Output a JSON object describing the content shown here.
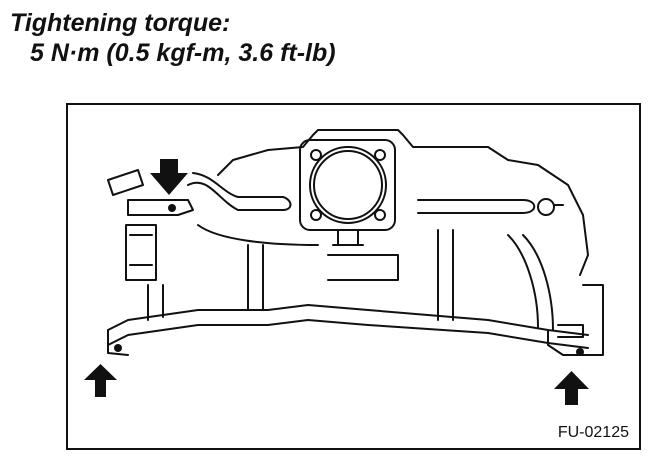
{
  "heading": {
    "line1": "Tightening torque:",
    "line2": "5 N·m (0.5 kgf-m, 3.6 ft-lb)"
  },
  "figure": {
    "code": "FU-02125",
    "arrows": [
      {
        "id": "top-left",
        "direction": "down"
      },
      {
        "id": "bottom-left",
        "direction": "up"
      },
      {
        "id": "bottom-right",
        "direction": "up"
      }
    ]
  }
}
